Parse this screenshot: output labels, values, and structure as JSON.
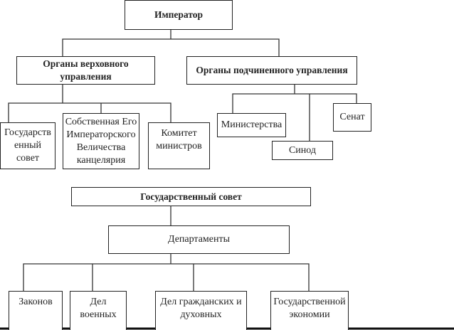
{
  "diagram": {
    "emperor": "Император",
    "supreme_organs": "Органы верховного управления",
    "subordinate_organs": "Органы подчиненного управления",
    "state_council_small": "Государств\nенный\nсовет",
    "chancellery": "Собственная Его\nИмператорского\nВеличества\nканцелярия",
    "committee": "Комитет\nминистров",
    "ministries": "Министерства",
    "synod": "Синод",
    "senate": "Сенат",
    "state_council": "Государственный совет",
    "departments": "Департаменты",
    "dept_laws": "Законов",
    "dept_military": "Дел\nвоенных",
    "dept_civil": "Дел гражданских и\nдуховных",
    "dept_economy": "Государственной\nэкономии"
  }
}
